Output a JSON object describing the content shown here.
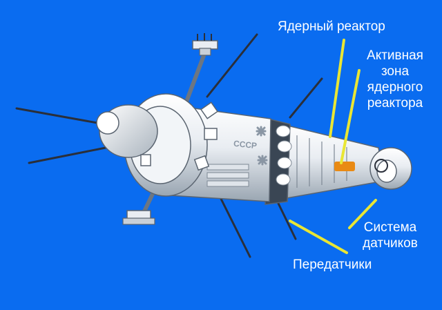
{
  "labels": {
    "reactor": "Ядерный реактор",
    "core_line1": "Активная",
    "core_line2": "зона",
    "core_line3": "ядерного",
    "core_line4": "реактора",
    "sensors_line1": "Система",
    "sensors_line2": "датчиков",
    "transmitters": "Передатчики"
  },
  "body_markings": {
    "country": "СССР"
  },
  "colors": {
    "background": "#0a6cf0",
    "leader_line": "#e9e634",
    "core_highlight": "#e98a14",
    "hull": "#e9edf2",
    "hull_shadow": "#9aa6b2",
    "antenna": "#2a2f3a",
    "label_text": "#ffffff"
  }
}
